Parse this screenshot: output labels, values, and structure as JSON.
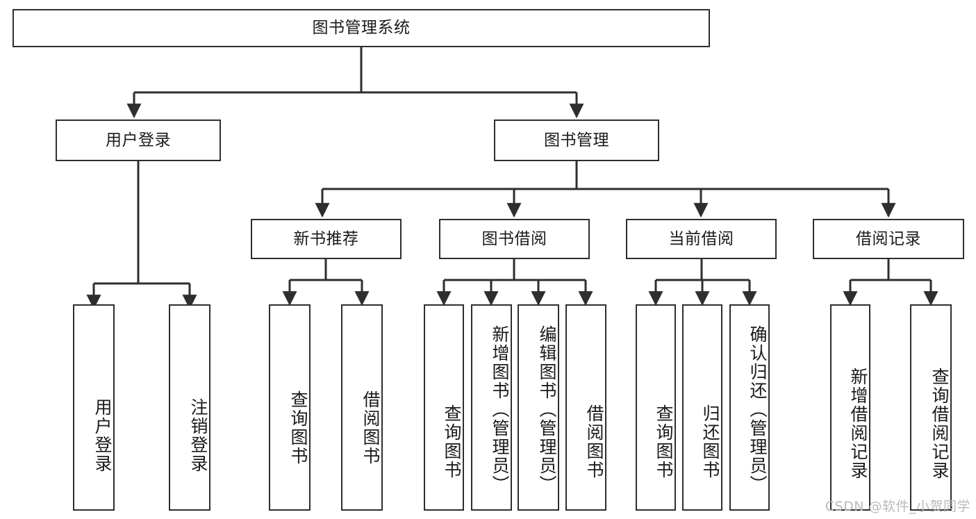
{
  "diagram": {
    "title": "图书管理系统",
    "type": "hierarchy-tree",
    "levels": [
      {
        "level": 1,
        "nodes": [
          {
            "id": "root",
            "label": "图书管理系统",
            "orientation": "horizontal"
          }
        ]
      },
      {
        "level": 2,
        "nodes": [
          {
            "id": "login",
            "label": "用户登录",
            "orientation": "horizontal"
          },
          {
            "id": "bookmgmt",
            "label": "图书管理",
            "orientation": "horizontal"
          }
        ]
      },
      {
        "level": 3,
        "nodes": [
          {
            "id": "newbook",
            "label": "新书推荐",
            "orientation": "horizontal"
          },
          {
            "id": "borrow",
            "label": "图书借阅",
            "orientation": "horizontal"
          },
          {
            "id": "current",
            "label": "当前借阅",
            "orientation": "horizontal"
          },
          {
            "id": "records",
            "label": "借阅记录",
            "orientation": "horizontal"
          }
        ]
      },
      {
        "level": 4,
        "nodes": [
          {
            "id": "leaf-user-login",
            "label": "用户登录",
            "orientation": "vertical"
          },
          {
            "id": "leaf-user-logout",
            "label": "注销登录",
            "orientation": "vertical"
          },
          {
            "id": "leaf-query-book-new",
            "label": "查询图书",
            "orientation": "vertical"
          },
          {
            "id": "leaf-borrow-book-new",
            "label": "借阅图书",
            "orientation": "vertical"
          },
          {
            "id": "leaf-query-book-borrow",
            "label": "查询图书",
            "orientation": "vertical"
          },
          {
            "id": "leaf-add-book",
            "label": "新增图书（管理员）",
            "orientation": "vertical"
          },
          {
            "id": "leaf-edit-book",
            "label": "编辑图书（管理员）",
            "orientation": "vertical"
          },
          {
            "id": "leaf-borrow-book",
            "label": "借阅图书",
            "orientation": "vertical"
          },
          {
            "id": "leaf-query-book-current",
            "label": "查询图书",
            "orientation": "vertical"
          },
          {
            "id": "leaf-return-book",
            "label": "归还图书",
            "orientation": "vertical"
          },
          {
            "id": "leaf-confirm-return",
            "label": "确认归还（管理员）",
            "orientation": "vertical"
          },
          {
            "id": "leaf-add-record",
            "label": "新增借阅记录",
            "orientation": "vertical"
          },
          {
            "id": "leaf-query-record",
            "label": "查询借阅记录",
            "orientation": "vertical"
          }
        ]
      }
    ],
    "edges": [
      {
        "from": "root",
        "to": "login"
      },
      {
        "from": "root",
        "to": "bookmgmt"
      },
      {
        "from": "login",
        "to": "leaf-user-login"
      },
      {
        "from": "login",
        "to": "leaf-user-logout"
      },
      {
        "from": "bookmgmt",
        "to": "newbook"
      },
      {
        "from": "bookmgmt",
        "to": "borrow"
      },
      {
        "from": "bookmgmt",
        "to": "current"
      },
      {
        "from": "bookmgmt",
        "to": "records"
      },
      {
        "from": "newbook",
        "to": "leaf-query-book-new"
      },
      {
        "from": "newbook",
        "to": "leaf-borrow-book-new"
      },
      {
        "from": "borrow",
        "to": "leaf-query-book-borrow"
      },
      {
        "from": "borrow",
        "to": "leaf-add-book"
      },
      {
        "from": "borrow",
        "to": "leaf-edit-book"
      },
      {
        "from": "borrow",
        "to": "leaf-borrow-book"
      },
      {
        "from": "current",
        "to": "leaf-query-book-current"
      },
      {
        "from": "current",
        "to": "leaf-return-book"
      },
      {
        "from": "current",
        "to": "leaf-confirm-return"
      },
      {
        "from": "records",
        "to": "leaf-add-record"
      },
      {
        "from": "records",
        "to": "leaf-query-record"
      }
    ]
  },
  "watermark": {
    "text": "CSDN @软件_小贺同学"
  },
  "colors": {
    "stroke": "#2e2e2e",
    "fill": "#ffffff",
    "text": "#1a1a1a",
    "watermark": "#b9b9b9"
  }
}
